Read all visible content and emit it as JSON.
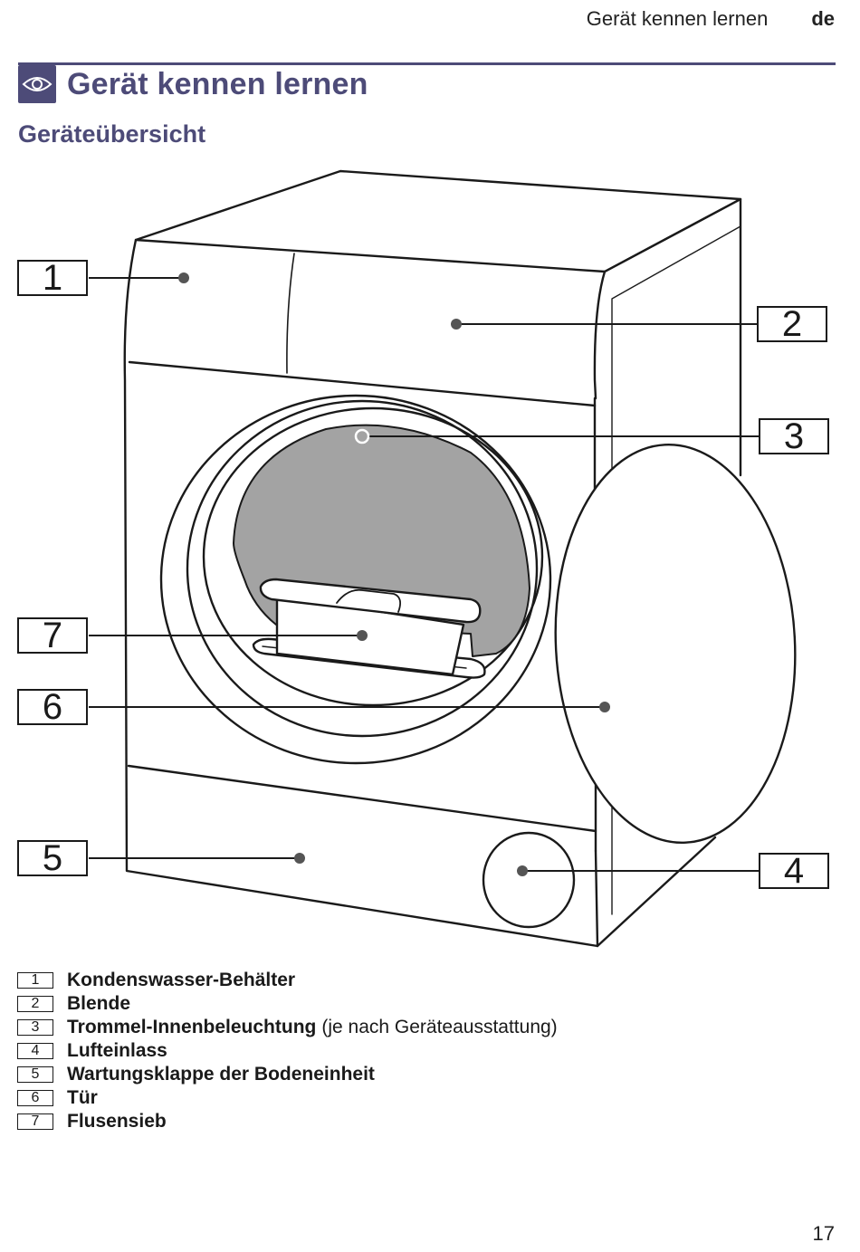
{
  "header": {
    "running_title": "Gerät kennen lernen",
    "language": "de"
  },
  "chapter": {
    "icon": "eye-icon",
    "title": "Gerät kennen lernen",
    "accent_color": "#4d4b78"
  },
  "section": {
    "title": "Geräteübersicht"
  },
  "callouts": [
    "1",
    "2",
    "3",
    "4",
    "5",
    "6",
    "7"
  ],
  "legend": [
    {
      "number": "1",
      "label": "Kondenswasser-Behälter",
      "note": ""
    },
    {
      "number": "2",
      "label": "Blende",
      "note": ""
    },
    {
      "number": "3",
      "label": "Trommel-Innenbeleuchtung",
      "note": "(je nach Geräteausstattung)"
    },
    {
      "number": "4",
      "label": "Lufteinlass",
      "note": ""
    },
    {
      "number": "5",
      "label": "Wartungsklappe der Bodeneinheit",
      "note": ""
    },
    {
      "number": "6",
      "label": "Tür",
      "note": ""
    },
    {
      "number": "7",
      "label": "Flusensieb",
      "note": ""
    }
  ],
  "footer": {
    "page_number": "17"
  }
}
